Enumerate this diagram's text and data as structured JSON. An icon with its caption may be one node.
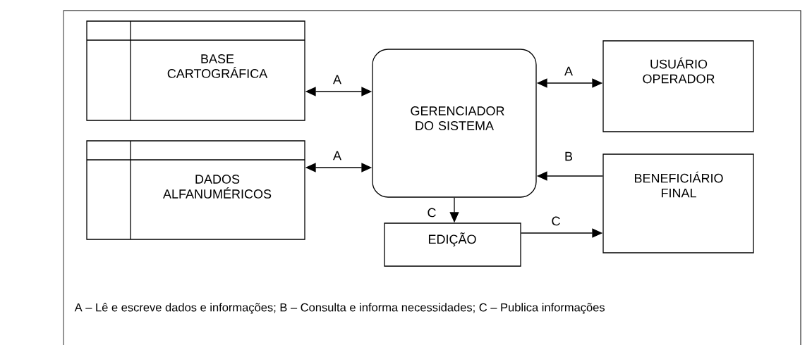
{
  "diagram": {
    "nodes": [
      {
        "text": [
          "BASE CARTOGRÁFICA"
        ]
      },
      {
        "text": [
          "DADOS ALFANUMÉRICOS"
        ]
      },
      {
        "text": [
          "GERENCIADOR DO SISTEMA"
        ]
      },
      {
        "text": [
          "USUÁRIO OPERADOR"
        ]
      },
      {
        "text": [
          "BENEFICIÁRIO FINAL"
        ]
      },
      {
        "text": [
          "EDIÇÃO"
        ]
      }
    ],
    "edges": [
      {
        "from": 0,
        "to": 2,
        "arrow": "both",
        "label": "A"
      },
      {
        "from": 1,
        "to": 2,
        "arrow": "both",
        "label": "A"
      },
      {
        "from": 2,
        "to": 3,
        "arrow": "both",
        "label": "A"
      },
      {
        "from": 4,
        "to": 2,
        "arrow": "to",
        "label": "B"
      },
      {
        "from": 2,
        "to": 5,
        "arrow": "to",
        "label": "C"
      },
      {
        "from": 5,
        "to": 4,
        "arrow": "to",
        "label": "C"
      }
    ],
    "labels": [
      "A – Lê e escreve dados e informações; B – Consulta e informa necessidades; C – Publica informações"
    ]
  }
}
